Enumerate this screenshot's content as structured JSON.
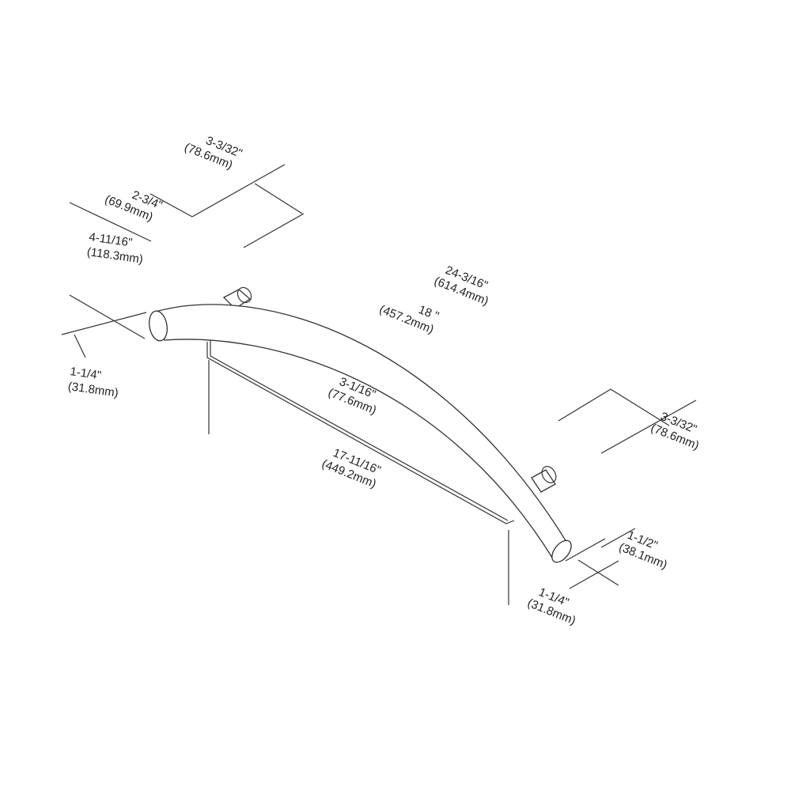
{
  "colors": {
    "ink": "#333333",
    "background": "#ffffff"
  },
  "dimensions": {
    "top_offset": {
      "imperial": "3-3/32\"",
      "metric": "(78.6mm)"
    },
    "top_depth": {
      "imperial": "2-3/4\"",
      "metric": "(69.9mm)"
    },
    "left_height": {
      "imperial": "4-11/16\"",
      "metric": "(118.3mm)"
    },
    "left_diameter": {
      "imperial": "1-1/4\"",
      "metric": "(31.8mm)"
    },
    "overall_length": {
      "imperial": "24-3/16\"",
      "metric": "(614.4mm)"
    },
    "center_distance": {
      "imperial": "18 \"",
      "metric": "(457.2mm)"
    },
    "curve_depth": {
      "imperial": "3-1/16\"",
      "metric": "(77.6mm)"
    },
    "base_length": {
      "imperial": "17-11/16\"",
      "metric": "(449.2mm)"
    },
    "right_offset": {
      "imperial": "3-3/32\"",
      "metric": "(78.6mm)"
    },
    "flange_diameter": {
      "imperial": "1-1/2\"",
      "metric": "(38.1mm)"
    },
    "right_diameter": {
      "imperial": "1-1/4\"",
      "metric": "(31.8mm)"
    }
  }
}
